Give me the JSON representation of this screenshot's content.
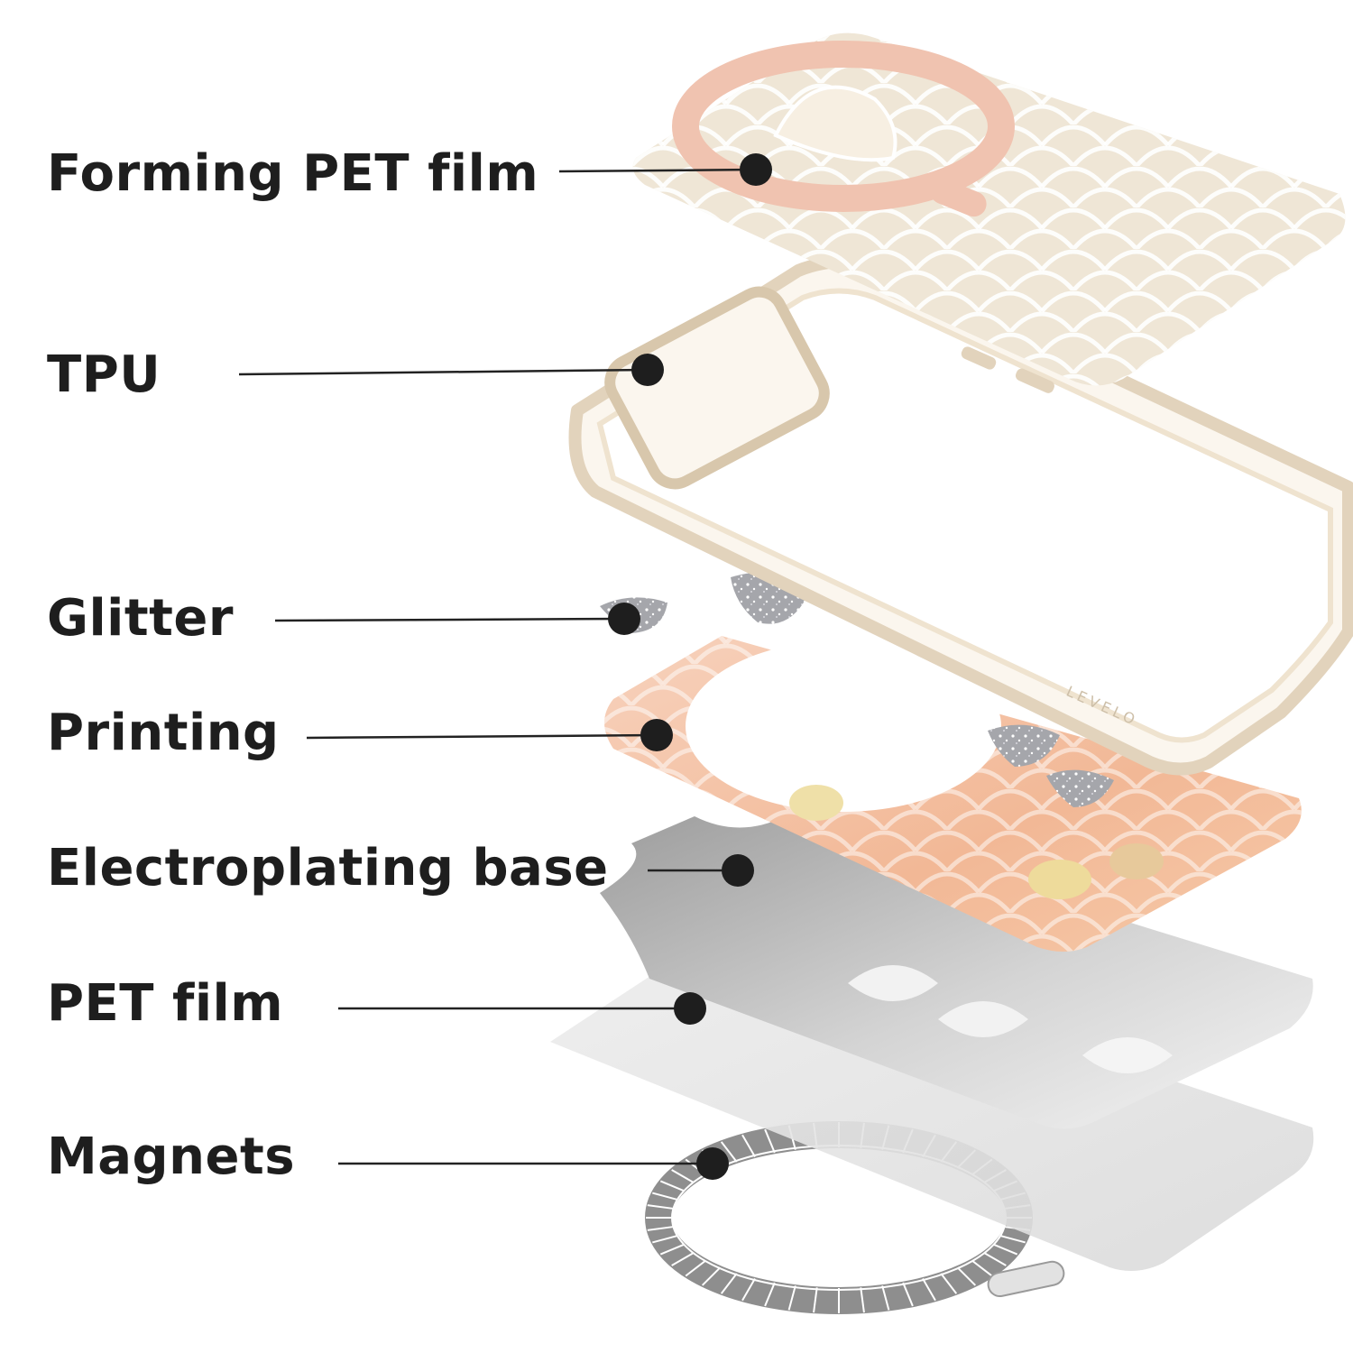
{
  "layers": [
    {
      "label": "Forming PET film"
    },
    {
      "label": "TPU"
    },
    {
      "label": "Glitter"
    },
    {
      "label": "Printing"
    },
    {
      "label": "Electroplating base"
    },
    {
      "label": "PET film"
    },
    {
      "label": "Magnets"
    }
  ],
  "case_brand_mark": "LEVELO",
  "colors": {
    "label_text": "#1e1e1e",
    "leader_line": "#222222",
    "dot": "#1e1e1e",
    "tpu_frame": "#e9dcc6",
    "forming_film": "#efe6d6",
    "ring_pink": "#f0c9b8",
    "print_peach": "#f4c19f",
    "glitter": "#b9b9bd",
    "electroplate": "#a9a9a9",
    "pet_film": "#ececec",
    "magnet_ring": "#9a9a9a"
  }
}
